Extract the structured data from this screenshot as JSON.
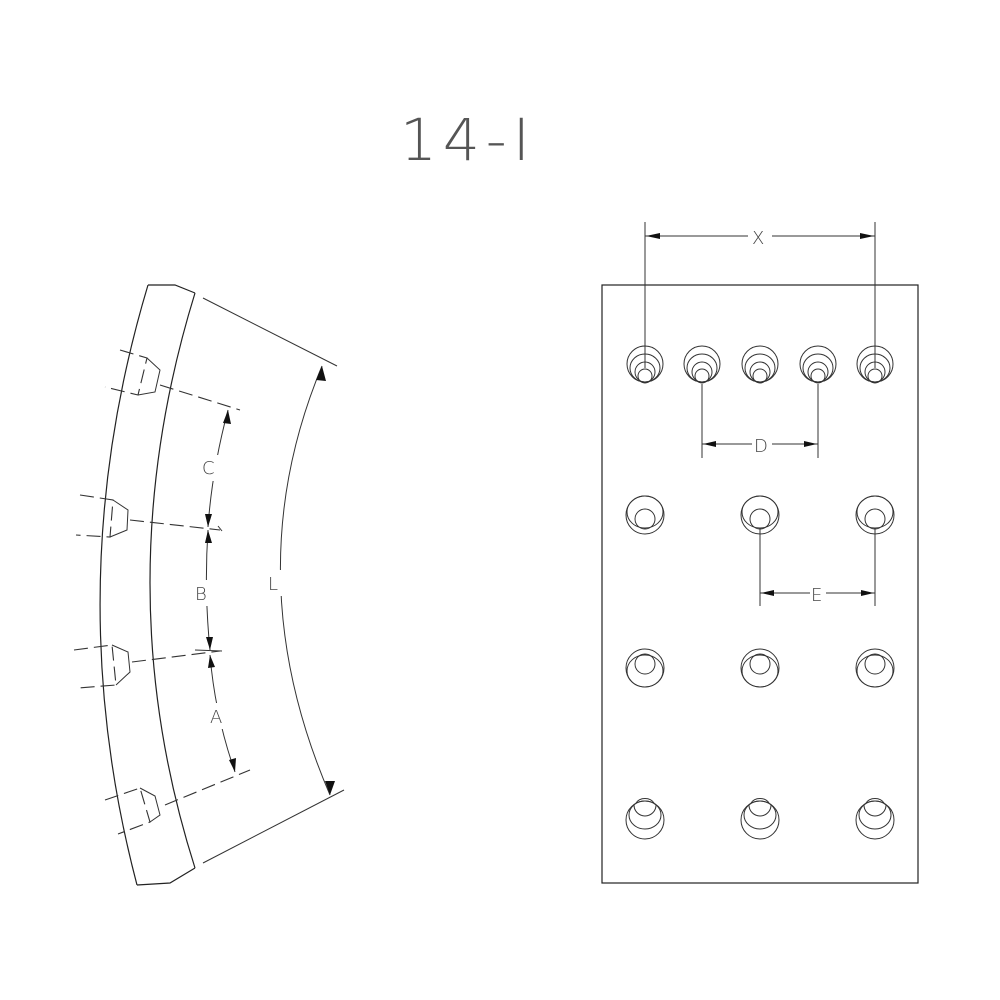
{
  "title": "14-I",
  "side_view": {
    "dimension_labels": {
      "A": "A",
      "B": "B",
      "C": "C",
      "L": "L"
    }
  },
  "plan_view": {
    "dimension_labels": {
      "X": "X",
      "D": "D",
      "E": "E"
    },
    "rivet_rows": [
      {
        "row": 1,
        "count": 5
      },
      {
        "row": 2,
        "count": 3
      },
      {
        "row": 3,
        "count": 3
      },
      {
        "row": 4,
        "count": 3
      }
    ]
  },
  "colors": {
    "line": "#222222",
    "text": "#555555",
    "background": "#ffffff"
  }
}
